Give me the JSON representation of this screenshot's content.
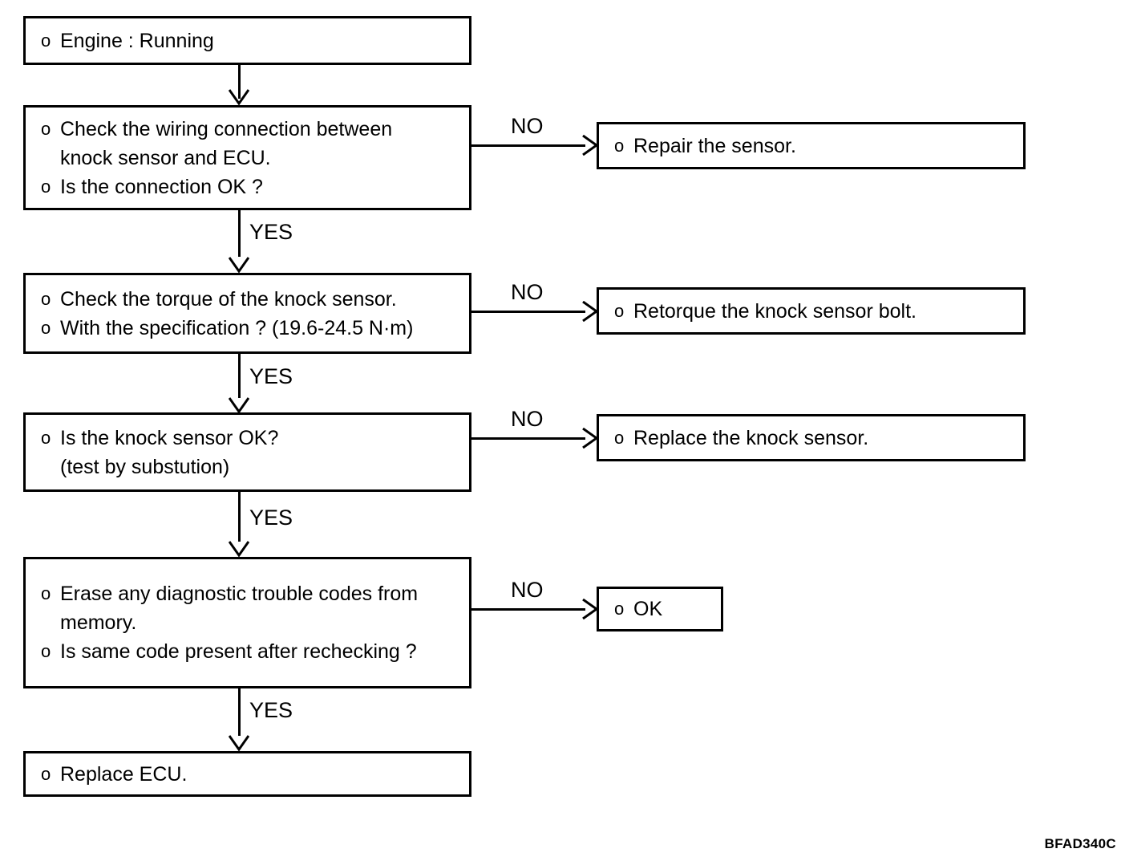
{
  "figure": {
    "code": "BFAD340C",
    "bullet_glyph": "o",
    "line_color": "#000000",
    "background_color": "#ffffff"
  },
  "nodes": {
    "engine_running": {
      "lines": [
        {
          "bullet": "o",
          "text": "Engine : Running"
        }
      ]
    },
    "check_wiring": {
      "lines": [
        {
          "bullet": "o",
          "text": "Check the wiring connection between"
        },
        {
          "bullet": "",
          "text": "knock sensor and ECU."
        },
        {
          "bullet": "o",
          "text": "Is the connection OK ?"
        }
      ]
    },
    "check_torque": {
      "lines": [
        {
          "bullet": "o",
          "text": "Check the torque of the knock sensor."
        },
        {
          "bullet": "o",
          "text": "With the specification ? (19.6-24.5 N·m)"
        }
      ]
    },
    "sensor_ok": {
      "lines": [
        {
          "bullet": "o",
          "text": "Is the knock sensor OK?"
        },
        {
          "bullet": "",
          "text": "(test by substution)"
        }
      ]
    },
    "erase_codes": {
      "lines": [
        {
          "bullet": "o",
          "text": "Erase any diagnostic trouble codes from"
        },
        {
          "bullet": "",
          "text": "memory."
        },
        {
          "bullet": "o",
          "text": "Is same code present after rechecking ?"
        }
      ]
    },
    "replace_ecu": {
      "lines": [
        {
          "bullet": "o",
          "text": "Replace ECU."
        }
      ]
    },
    "repair_sensor": {
      "lines": [
        {
          "bullet": "o",
          "text": "Repair the sensor."
        }
      ]
    },
    "retorque_bolt": {
      "lines": [
        {
          "bullet": "o",
          "text": "Retorque the knock sensor bolt."
        }
      ]
    },
    "replace_sensor": {
      "lines": [
        {
          "bullet": "o",
          "text": "Replace the knock sensor."
        }
      ]
    },
    "ok": {
      "lines": [
        {
          "bullet": "o",
          "text": "OK"
        }
      ]
    }
  },
  "edges": {
    "no_1": "NO",
    "no_2": "NO",
    "no_3": "NO",
    "no_4": "NO",
    "yes_1": "YES",
    "yes_2": "YES",
    "yes_3": "YES",
    "yes_4": "YES"
  }
}
